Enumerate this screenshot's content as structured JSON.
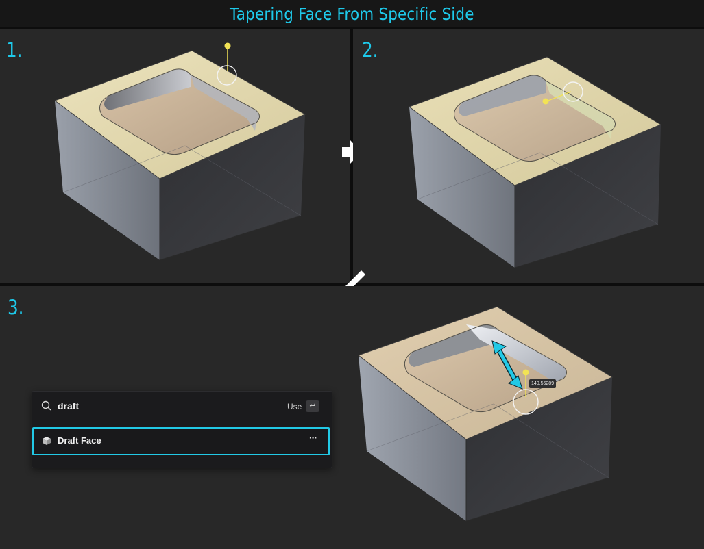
{
  "title": "Tapering Face From Specific Side",
  "steps": {
    "one": "1.",
    "two": "2.",
    "three": "3."
  },
  "palette": {
    "search_value": "draft",
    "use_label": "Use",
    "enter_key": "↩",
    "result_label": "Draft Face",
    "more_label": "···"
  },
  "dimension_readout": "140.56289",
  "colors": {
    "accent": "#1ec9ea",
    "selection_outline": "#22c9e6",
    "top_face": "#e3d9b0",
    "handle": "#f2e355"
  },
  "icons": [
    "search-icon",
    "enter-key-icon",
    "draft-face-icon",
    "more-icon",
    "arrow-right-icon",
    "arrow-down-left-icon",
    "handle-icon"
  ]
}
